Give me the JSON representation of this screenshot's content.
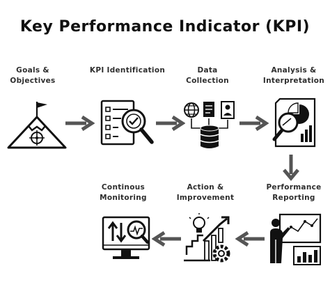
{
  "title": "Key Performance Indicator (KPI)",
  "steps": [
    {
      "label": [
        "Goals &",
        "Objectives"
      ],
      "icon": "mountain-flag-icon"
    },
    {
      "label": [
        "KPI Identification"
      ],
      "icon": "checklist-magnifier-icon"
    },
    {
      "label": [
        "Data",
        "Collection"
      ],
      "icon": "data-collection-icon"
    },
    {
      "label": [
        "Analysis &",
        "Interpretation"
      ],
      "icon": "report-magnifier-icon"
    },
    {
      "label": [
        "Performance",
        "Reporting"
      ],
      "icon": "presenter-board-icon"
    },
    {
      "label": [
        "Action &",
        "Improvement"
      ],
      "icon": "growth-gear-icon"
    },
    {
      "label": [
        "Continous",
        "Monitoring"
      ],
      "icon": "monitor-arrows-icon"
    }
  ],
  "colors": {
    "arrow": "#555555",
    "icon": "#111111",
    "text": "#2e2e2e"
  }
}
